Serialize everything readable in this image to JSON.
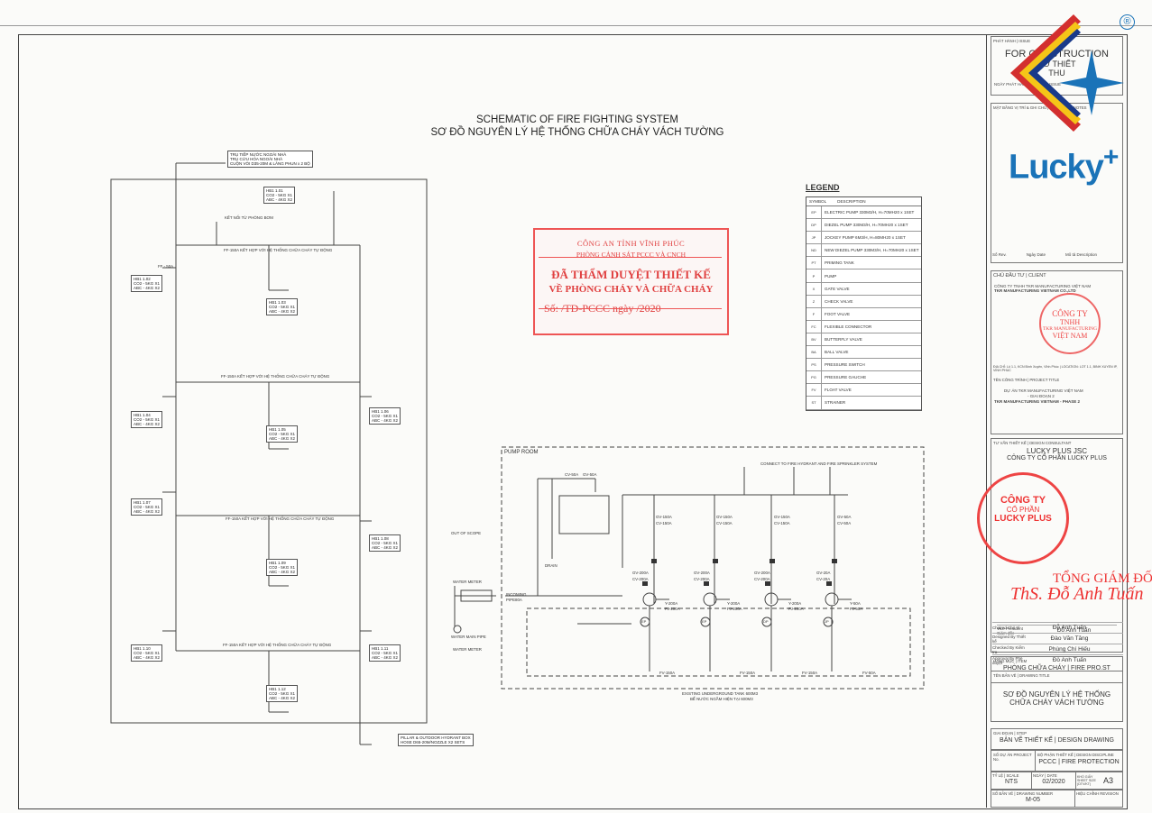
{
  "header": {
    "title_en": "SCHEMATIC OF FIRE FIGHTING SYSTEM",
    "title_vi": "SƠ ĐỒ NGUYÊN LÝ HỆ THỐNG CHỮA CHÁY VÁCH TƯỜNG"
  },
  "top_text": {
    "for_construction": "FOR CONSTRUCTION",
    "so_thiet": "SƠ THIẾT",
    "thu": "THU",
    "phat_hanh": "PHÁT HÀNH | ISSUE"
  },
  "logo": {
    "text": "Lucky",
    "plus": "+",
    "reg": "®"
  },
  "legend": {
    "title": "LEGEND",
    "symbol_header": "SYMBOL",
    "desc_header": "DESCRIPTION",
    "items": [
      {
        "sym": "EP",
        "desc": "ELECTRIC PUMP 330M3/H, H=70MH20 x 1SET"
      },
      {
        "sym": "DP",
        "desc": "DIEZEL PUMP 330M3/H, H=70MH20 x 1SET"
      },
      {
        "sym": "JP",
        "desc": "JOCKEY PUMP 6M3/H, H=80MH20 x 1SET"
      },
      {
        "sym": "ND",
        "desc": "NEW DIEZEL PUMP 330M3/H, H=70MH20 x 1SET"
      },
      {
        "sym": "PT",
        "desc": "PRIMING TANK"
      },
      {
        "sym": "P",
        "desc": "PUMP"
      },
      {
        "sym": "X",
        "desc": "GATE VALVE"
      },
      {
        "sym": "Z",
        "desc": "CHECK VALVE"
      },
      {
        "sym": "F",
        "desc": "FOOT VALVE"
      },
      {
        "sym": "FC",
        "desc": "FLEXIBLE CONNECTOR"
      },
      {
        "sym": "BV",
        "desc": "BUTTERFLY VALVE"
      },
      {
        "sym": "BA",
        "desc": "BALL VALVE"
      },
      {
        "sym": "PS",
        "desc": "PRESSURE SWITCH"
      },
      {
        "sym": "PG",
        "desc": "PRESSURE GAUCHE"
      },
      {
        "sym": "FV",
        "desc": "FLOAT VALVE"
      },
      {
        "sym": "ST",
        "desc": "STRAINER"
      }
    ]
  },
  "stamp": {
    "line1": "CÔNG AN TỈNH VĨNH PHÚC",
    "line2": "PHÒNG CẢNH SÁT PCCC VÀ CNCH",
    "line3": "ĐÃ THẨM DUYỆT THIẾT KẾ",
    "line4": "VỀ PHÒNG CHÁY VÀ CHỮA CHÁY",
    "line5": "Số:     /TD-PCCC ngày          /2020"
  },
  "schematic": {
    "top_tag_1": "TRỤ TIẾP NƯỚC NGOÀI NHÀ",
    "top_tag_2": "TRỤ CỨU HỎA NGOÀI NHÀ",
    "top_tag_3": "CUỘN VÒI D35-20M & LĂNG PHUN x 2 BỘ",
    "connect_pump": "KẾT NỐI TỪ PHÒNG BƠM",
    "ff_line_1": "FF-150A KẾT HỢP VỚI HỆ THỐNG CHỮA CHÁY TỰ ĐỘNG",
    "ff_line_2": "FF-150A KẾT HỢP VỚI HỆ THỐNG CHỮA CHÁY TỰ ĐỘNG",
    "ff_line_3": "FF-150A KẾT HỢP VỚI HỆ THỐNG CHỮA CHÁY TỰ ĐỘNG",
    "ff_line_4": "FF-150A KẾT HỢP VỚI HỆ THỐNG CHỮA CHÁY TỰ ĐỘNG",
    "ff_50a": "FF - 50A",
    "hbt_boxes": [
      {
        "id": "HB1 1.01",
        "co2": "CO2 - 5KG X1",
        "abc": "ABC - 4KG X2"
      },
      {
        "id": "HB1 1.02",
        "co2": "CO2 - 5KG X1",
        "abc": "ABC - 4KG X2"
      },
      {
        "id": "HB1 1.03",
        "co2": "CO2 - 5KG X1",
        "abc": "ABC - 4KG X2"
      },
      {
        "id": "HB1 1.04",
        "co2": "CO2 - 5KG X1",
        "abc": "ABC - 4KG X2"
      },
      {
        "id": "HB1 1.05",
        "co2": "CO2 - 5KG X1",
        "abc": "ABC - 4KG X2"
      },
      {
        "id": "HB1 1.06",
        "co2": "CO2 - 5KG X1",
        "abc": "ABC - 4KG X2"
      },
      {
        "id": "HB1 1.07",
        "co2": "CO2 - 5KG X1",
        "abc": "ABC - 4KG X2"
      },
      {
        "id": "HB1 1.08",
        "co2": "CO2 - 5KG X1",
        "abc": "ABC - 4KG X2"
      },
      {
        "id": "HB1 1.09",
        "co2": "CO2 - 5KG X1",
        "abc": "ABC - 4KG X2"
      },
      {
        "id": "HB1 1.10",
        "co2": "CO2 - 5KG X1",
        "abc": "ABC - 4KG X2"
      },
      {
        "id": "HB1 1.11",
        "co2": "CO2 - 5KG X1",
        "abc": "ABC - 4KG X2"
      },
      {
        "id": "HB1 1.12",
        "co2": "CO2 - 5KG X1",
        "abc": "ABC - 4KG X2"
      }
    ],
    "bottom_tag_1": "PILLAR & OUTDOOR HYDRANT BOX",
    "bottom_tag_2": "HOSE D65-20M/NOZZLE X2 SETS",
    "pump_room": "PUMP ROOM",
    "connect_hydrant": "CONNECT TO FIRE HYDRANT AND FIRE SPRINKLER SYSTEM",
    "out_of_scope": "OUT OF SCOPE",
    "water_meter": "WATER METER",
    "water_main": "WATER MAIN PIPE",
    "water_meter_2": "WATER METER",
    "incoming": "INCOMING",
    "pipe_size": "PIPE80A",
    "drain": "DRAIN",
    "tank_1": "EXISTING UNDERGROUND TANK 600M3",
    "tank_2": "BỂ NƯỚC NGẦM HIỆN TẠI 600M3",
    "cv_labels": [
      "CV-50A",
      "GV-50A"
    ],
    "pump_cols": [
      {
        "gv": "GV-150A",
        "cv": "CV-150A",
        "gv2": "GV-200A",
        "cv2": "CV-200A",
        "yv": "Y-200A",
        "fj": "FJ-200A",
        "fv": "FV-150A"
      },
      {
        "gv": "GV-150A",
        "cv": "CV-150A",
        "gv2": "GV-200A",
        "cv2": "CV-200A",
        "yv": "Y-200A",
        "fj": "FJ-200A",
        "fv": "FV-150A"
      },
      {
        "gv": "GV-150A",
        "cv": "CV-150A",
        "gv2": "GV-200A",
        "cv2": "CV-200A",
        "yv": "Y-200A",
        "fj": "FJ-200A",
        "fv": "FV-150A"
      },
      {
        "gv": "GV-50A",
        "cv": "CV-50A",
        "gv2": "GV-20A",
        "cv2": "CV-20A",
        "yv": "Y-50A",
        "fj": "FJ-50A",
        "fv": "FV-50A"
      }
    ],
    "pump_ids": [
      "EP",
      "EP",
      "DP",
      "JP"
    ]
  },
  "titleblock": {
    "issue_date": "NGÀY PHÁT HÀNH | DATE OF ISSUE",
    "keyplan": "MẶT BẰNG VỊ TRÍ & GHI CHÚ | KEY PLAN & NOTES",
    "rev_no": "Số Rev.",
    "rev_date": "Ngày Date",
    "rev_desc": "Mô tả Description",
    "client_label": "CHỦ ĐẦU TƯ | CLIENT",
    "client_vi": "CÔNG TY TNHH TKR MANUFACTURING VIỆT NAM",
    "client_en": "TKR MANUFACTURING VIETNAM CO.,LTD",
    "client_addr": "ĐỊA CHỈ: Lô 1.1, KCN Bình Xuyên, Vĩnh Phúc | LOCATION: LOT 1.1, BINH XUYEN IP, VINH PHUC",
    "cty_stamp_1": "CÔNG TY",
    "cty_stamp_2": "TNHH",
    "cty_stamp_3": "TKR MANUFACTURING",
    "cty_stamp_4": "VIỆT NAM",
    "project_label": "TÊN CÔNG TRÌNH | PROJECT TITLE",
    "project_vi_1": "DỰ ÁN TKR MANUFACTURING VIỆT NAM",
    "project_vi_2": "- GIAI ĐOẠN 2",
    "project_en": "TKR MANUFACTURING VIETNAM - PHASE 2",
    "consult_label": "TƯ VẤN THIẾT KẾ | DESIGN CONSULTANT",
    "consult_1": "LUCKY PLUS JSC",
    "consult_2": "CÔNG TY CỔ PHẦN LUCKY PLUS",
    "lp_stamp_1": "CÔNG TY",
    "lp_stamp_2": "CỔ PHẦN",
    "lp_stamp_3": "LUCKY PLUS",
    "director": "TỔNG GIÁM ĐỐC",
    "signature": "ThS. Đỗ Anh Tuấn",
    "roles": [
      {
        "role": "Vice President Giám đốc",
        "name": "Đỗ Anh Tuấn"
      },
      {
        "role": "Chaired Chủ trì",
        "name": "Đỗ Anh Tuấn"
      },
      {
        "role": "Designed By Thiết kế",
        "name": "Đào Văn Tăng"
      },
      {
        "role": "Checked By Kiểm tra",
        "name": "Phùng Chí Hiếu"
      },
      {
        "role": "Approval By Phê duyệt",
        "name": "Đỗ Anh Tuấn"
      }
    ],
    "item_label": "HẠNG MỤC | ITEM",
    "item_value": "PHÒNG CHỮA CHÁY | FIRE PRO.ST",
    "drawing_title_label": "TÊN BẢN VẼ | DRAWING TITLE",
    "drawing_title_1": "SƠ ĐỒ NGUYÊN LÝ HỆ THỐNG",
    "drawing_title_2": "CHỮA CHÁY VÁCH TƯỜNG",
    "step_label": "GIAI ĐOẠN | STEP",
    "step_value": "BẢN VẼ THIẾT KẾ | DESIGN DRAWING",
    "project_no_label": "SỐ DỰ ÁN PROJECT No.",
    "discipline_label": "BỘ PHẬN THIẾT KẾ | DESIGN DISCIPLINE",
    "discipline_value": "PCCC | FIRE PROTECTION",
    "scale_label": "TỶ LỆ | SCALE",
    "scale_value": "NTS",
    "date_label": "NGÀY | DATE",
    "date_value": "02/2020",
    "sheet_label": "KHỔ GIẤY SHEET SIZE (DTV/KT)",
    "sheet_value": "A3",
    "drawno_label": "SỐ BẢN VẼ | DRAWING NUMBER",
    "drawno_value": "M-05",
    "rev_label": "HIỆU CHỈNH REVISION"
  }
}
